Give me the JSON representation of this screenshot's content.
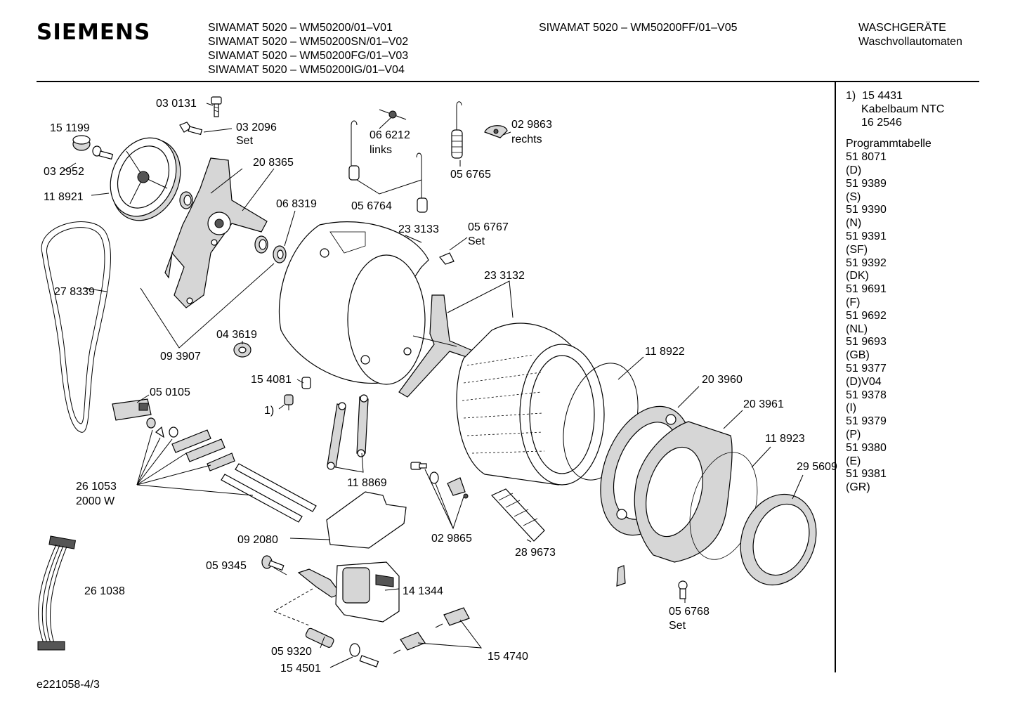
{
  "header": {
    "brand": "SIEMENS",
    "models_left": [
      "SIWAMAT 5020 – WM50200/01–V01",
      "SIWAMAT 5020 – WM50200SN/01–V02",
      "SIWAMAT 5020 – WM50200FG/01–V03",
      "SIWAMAT 5020 – WM50200IG/01–V04"
    ],
    "models_mid": [
      "SIWAMAT 5020 – WM50200FF/01–V05"
    ],
    "category": [
      "WASCHGERÄTE",
      "Waschvollautomaten"
    ]
  },
  "labels": {
    "l030131": "03 0131",
    "l151199": "15 1199",
    "l032096": "03 2096",
    "l032096set": "Set",
    "l032952": "03 2952",
    "l118921": "11 8921",
    "l208365": "20 8365",
    "l066212": "06 6212",
    "l066212links": "links",
    "l056764": "05 6764",
    "l056765": "05 6765",
    "l029863": "02 9863",
    "l029863rechts": "rechts",
    "l068319": "06 8319",
    "l233133": "23 3133",
    "l056767": "05 6767",
    "l056767set": "Set",
    "l278339": "27 8339",
    "l233132": "23 3132",
    "l093907": "09 3907",
    "l043619": "04 3619",
    "l154081": "15 4081",
    "l1": "1)",
    "l118922": "11 8922",
    "l203960": "20 3960",
    "l050105": "05 0105",
    "l203961": "20 3961",
    "l118923": "11 8923",
    "l295609": "29 5609",
    "l261053": "26 1053",
    "l2000w": "2000 W",
    "l118869": "11 8869",
    "l092080": "09 2080",
    "l029865": "02 9865",
    "l289673": "28 9673",
    "l059345": "05 9345",
    "l141344": "14 1344",
    "l261038": "26 1038",
    "l056768": "05 6768",
    "l056768set": "Set",
    "l059320": "05 9320",
    "l154501": "15 4501",
    "l154740": "15 4740"
  },
  "side_notes": {
    "note_head": "1)  15 4431",
    "note_1": "Kabelbaum NTC",
    "note_2": "16 2546",
    "prog_title": "Programmtabelle",
    "prog": [
      "51 8071",
      "(D)",
      "51 9389",
      "(S)",
      "51 9390",
      "(N)",
      "51 9391",
      "(SF)",
      "51 9392",
      "(DK)",
      "51 9691",
      "(F)",
      "51 9692",
      "(NL)",
      "51 9693",
      "(GB)",
      "51 9377",
      "(D)V04",
      "51 9378",
      "(I)",
      "51 9379",
      "(P)",
      "51 9380",
      "(E)",
      "51 9381",
      "(GR)"
    ]
  },
  "footer": "e221058-4/3"
}
